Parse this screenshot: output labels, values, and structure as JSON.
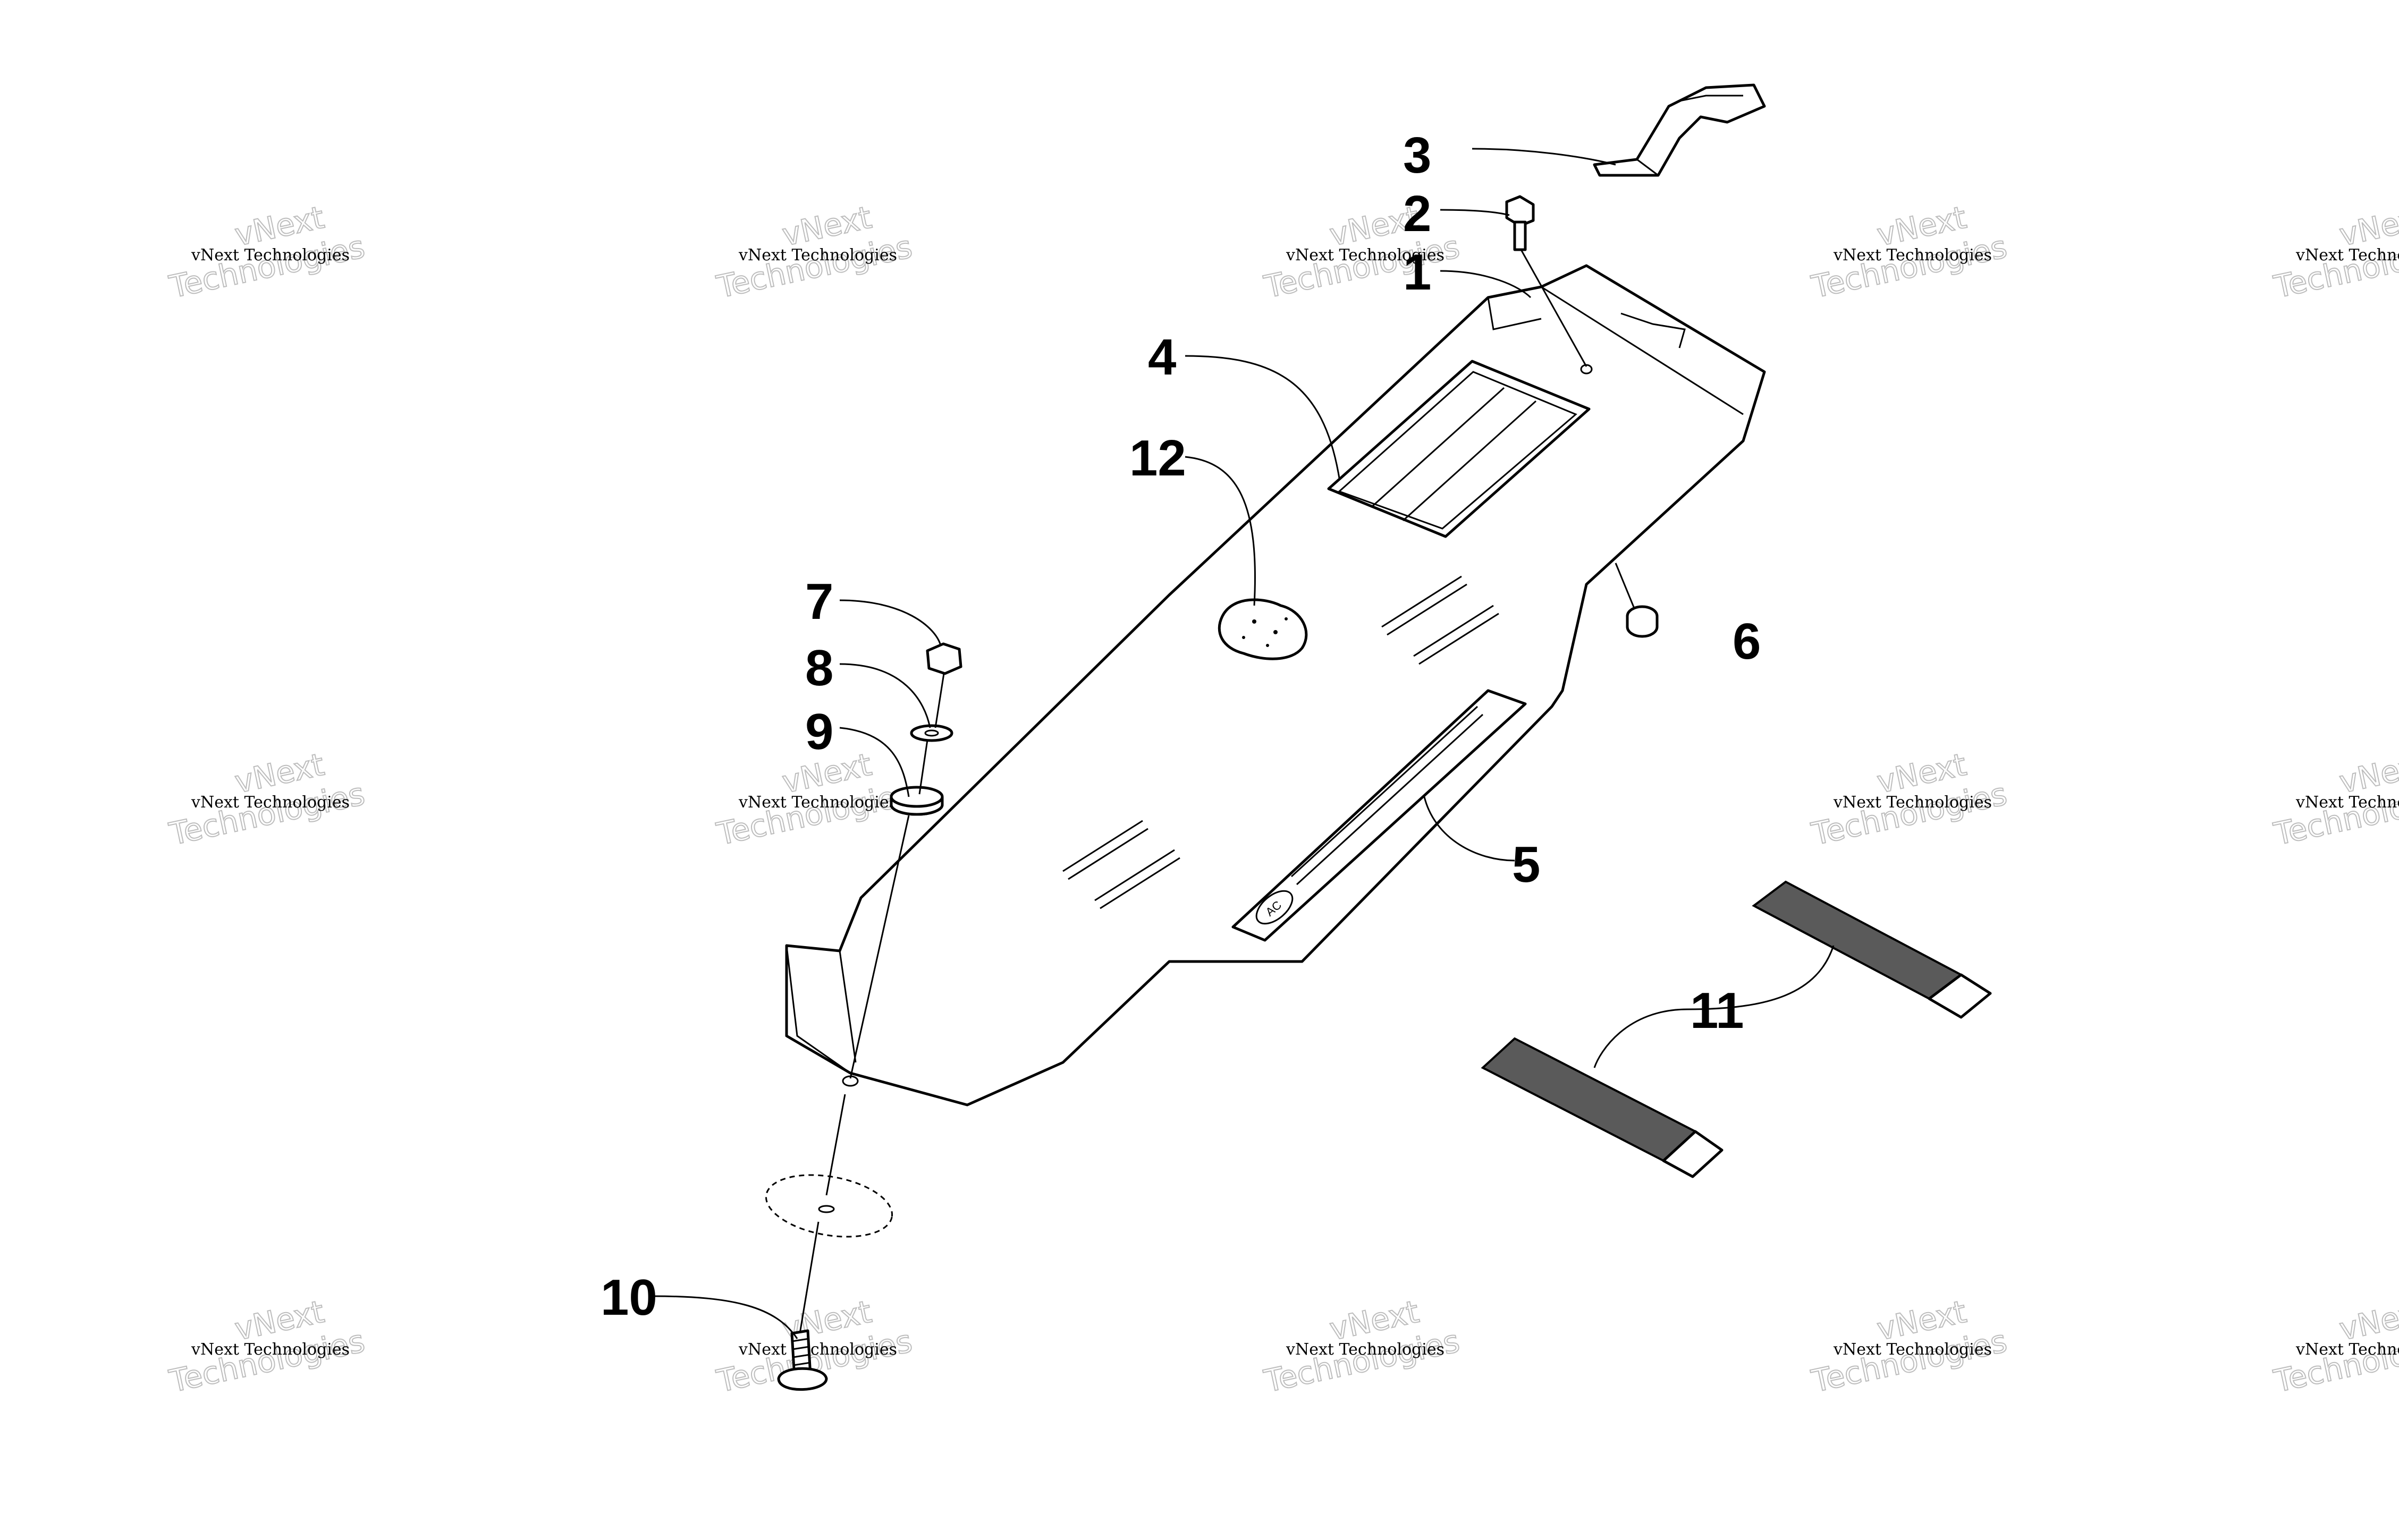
{
  "callouts": [
    {
      "id": "1",
      "label": "1"
    },
    {
      "id": "2",
      "label": "2"
    },
    {
      "id": "3",
      "label": "3"
    },
    {
      "id": "4",
      "label": "4"
    },
    {
      "id": "5",
      "label": "5"
    },
    {
      "id": "6",
      "label": "6"
    },
    {
      "id": "7",
      "label": "7"
    },
    {
      "id": "8",
      "label": "8"
    },
    {
      "id": "9",
      "label": "9"
    },
    {
      "id": "10",
      "label": "10"
    },
    {
      "id": "11",
      "label": "11"
    },
    {
      "id": "12",
      "label": "12"
    }
  ],
  "watermark": {
    "brand": "vNext Technologies",
    "big_line1": "vNext",
    "big_line2": "Technologies"
  },
  "decal": {
    "logo_text": "AC"
  }
}
